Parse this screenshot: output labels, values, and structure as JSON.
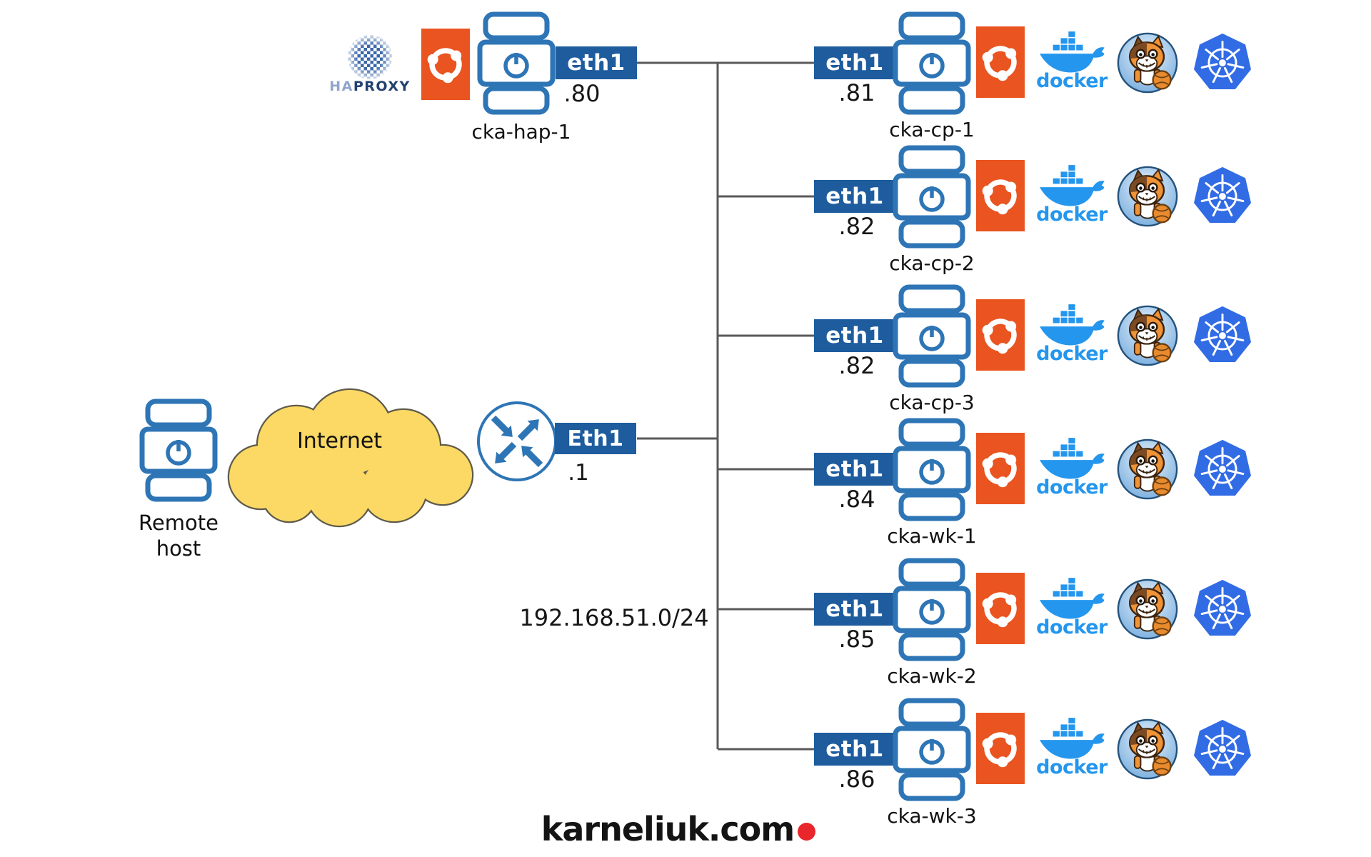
{
  "colors": {
    "badge_blue": "#1E5C9E",
    "icon_blue": "#2E75B6",
    "line_gray": "#595959",
    "cloud_yellow": "#FBD964",
    "ubuntu_orange": "#E95420",
    "docker_blue": "#2496ED",
    "kubernetes_blue": "#326CE5",
    "brand_red": "#E8262B"
  },
  "icons": {
    "server-icon": "blue server chassis with power symbol",
    "router-icon": "circle with four routing arrows",
    "internet-cloud-icon": "yellow cloud",
    "haproxy-logo-icon": "dotted sphere",
    "ubuntu-logo-icon": "orange rectangle with circle of friends",
    "docker-logo-icon": "blue whale with containers",
    "calico-cat-icon": "cartoon cat with ball in blue circle",
    "kubernetes-logo-icon": "blue heptagon with ship wheel"
  },
  "left": {
    "remote_host": {
      "label_line1": "Remote",
      "label_line2": "host"
    },
    "internet_label": "Internet",
    "router": {
      "interface_label": "Eth1",
      "ip_suffix": ".1"
    }
  },
  "network_label": "192.168.51.0/24",
  "haproxy_node": {
    "name": "cka-hap-1",
    "interface_label": "eth1",
    "ip_suffix": ".80",
    "logo_text_ha": "HA",
    "logo_text_proxy": "PROXY"
  },
  "docker_label": "docker",
  "nodes": [
    {
      "name": "cka-cp-1",
      "interface_label": "eth1",
      "ip_suffix": ".81"
    },
    {
      "name": "cka-cp-2",
      "interface_label": "eth1",
      "ip_suffix": ".82"
    },
    {
      "name": "cka-cp-3",
      "interface_label": "eth1",
      "ip_suffix": ".82"
    },
    {
      "name": "cka-wk-1",
      "interface_label": "eth1",
      "ip_suffix": ".84"
    },
    {
      "name": "cka-wk-2",
      "interface_label": "eth1",
      "ip_suffix": ".85"
    },
    {
      "name": "cka-wk-3",
      "interface_label": "eth1",
      "ip_suffix": ".86"
    }
  ],
  "branding": {
    "text": "karneliuk.com"
  }
}
